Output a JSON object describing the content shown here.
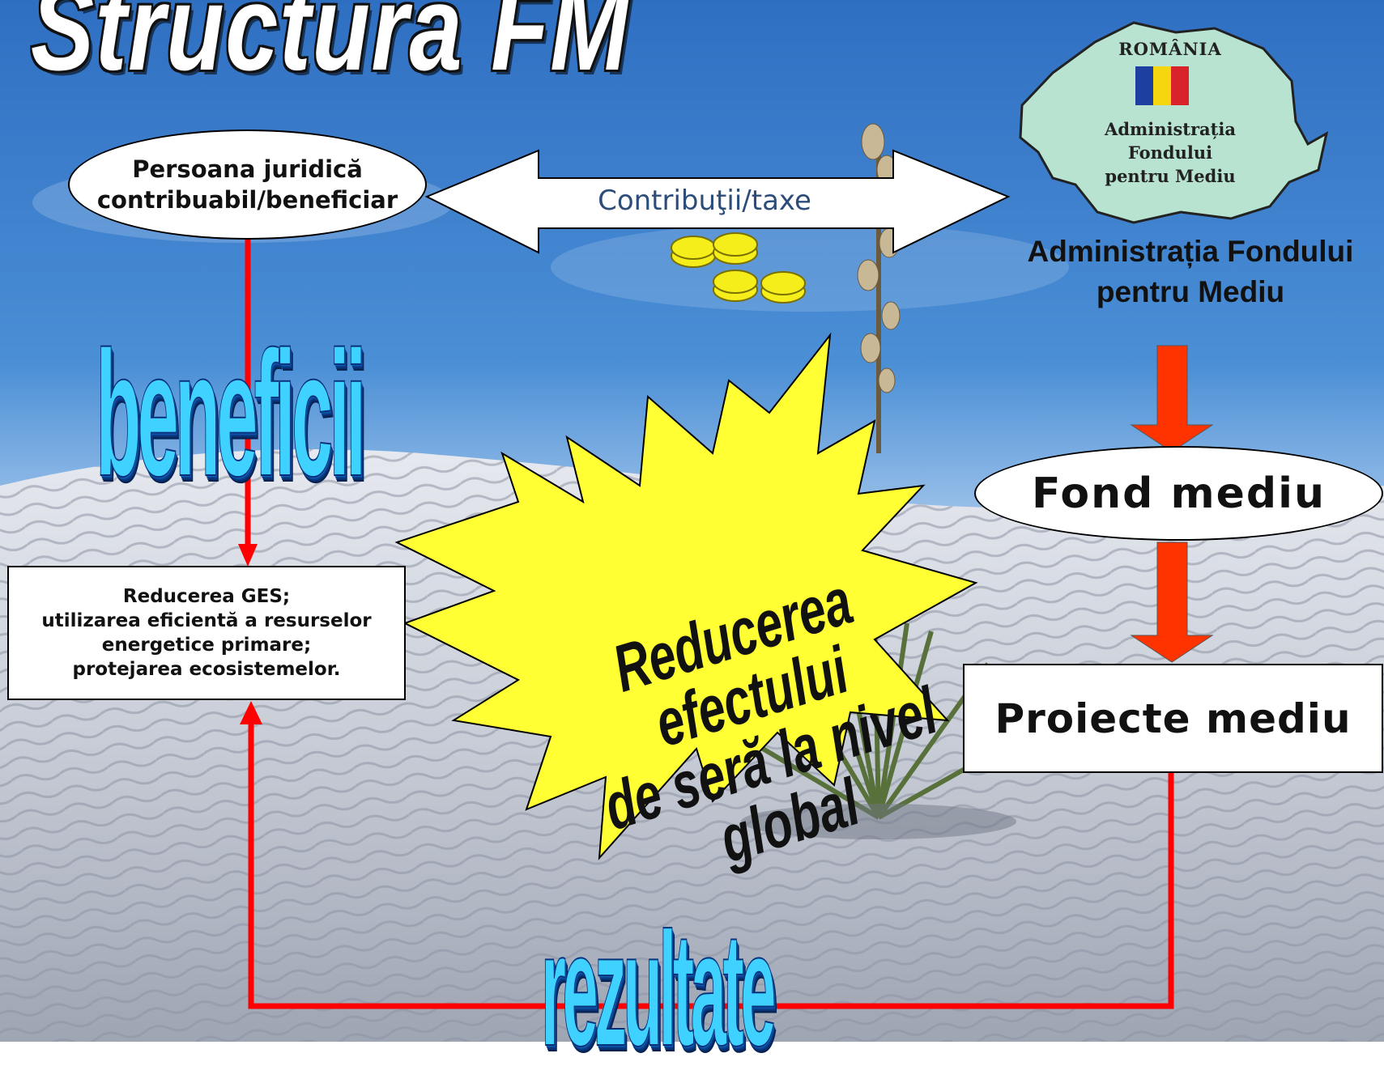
{
  "title": "Structura FM",
  "entity": {
    "line1": "Persoana juridică",
    "line2": "contribuabil/beneficiar"
  },
  "flow_label": "Contribuţii/taxe",
  "logo": {
    "country": "ROMÂNIA",
    "org_lines": [
      "Administrația",
      "Fondului",
      "pentru Mediu"
    ]
  },
  "administration": {
    "line1": "Administrația Fondului",
    "line2": "pentru Mediu"
  },
  "fund": "Fond mediu",
  "projects": "Proiecte mediu",
  "results_box": {
    "line1": "Reducerea GES;",
    "line2": "utilizarea eficientă a resurselor",
    "line3": "energetice primare;",
    "line4": "protejarea ecosistemelor."
  },
  "benefits_word": "beneficii",
  "results_word": "rezultate",
  "burst": {
    "line1": "Reducerea efectului",
    "line2": "de seră la nivel global"
  },
  "colors": {
    "arrow_red": "#ff0000",
    "down_arrow_fill": "#ff3300",
    "burst_fill": "#ffff33",
    "coin": "#f5ee1a",
    "map_fill": "#b7e3d0",
    "word_fill": "#3fd1ff"
  }
}
